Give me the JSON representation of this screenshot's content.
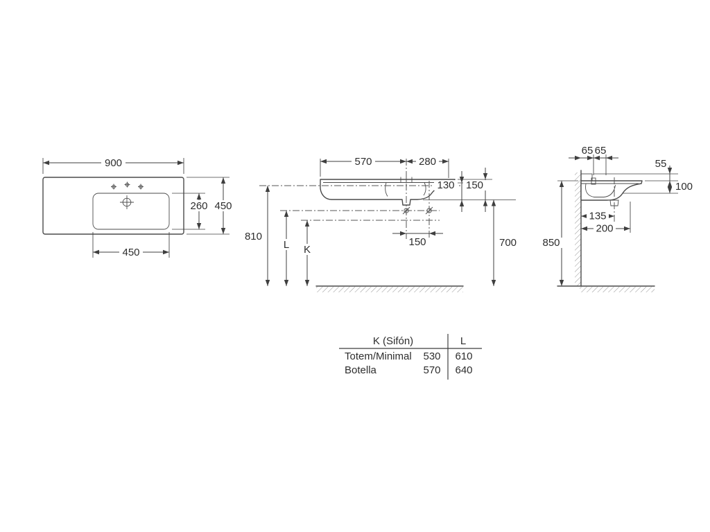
{
  "top_view": {
    "width": "900",
    "depth": "450",
    "bowl_depth": "260",
    "bowl_width": "450"
  },
  "front_view": {
    "dim_570": "570",
    "dim_280": "280",
    "dim_130": "130",
    "dim_150": "150",
    "dim_810": "810",
    "label_l": "L",
    "label_k": "K",
    "dim_150_bottom": "150",
    "dim_700": "700"
  },
  "side_view": {
    "dim_65_left": "65",
    "dim_65_right": "65",
    "dim_55": "55",
    "dim_100": "100",
    "dim_135": "135",
    "dim_200": "200",
    "dim_850": "850"
  },
  "table": {
    "header_k": "K (Sifón)",
    "header_l": "L",
    "rows": [
      {
        "name": "Totem/Minimal",
        "k": "530",
        "l": "610"
      },
      {
        "name": "Botella",
        "k": "570",
        "l": "640"
      }
    ]
  }
}
